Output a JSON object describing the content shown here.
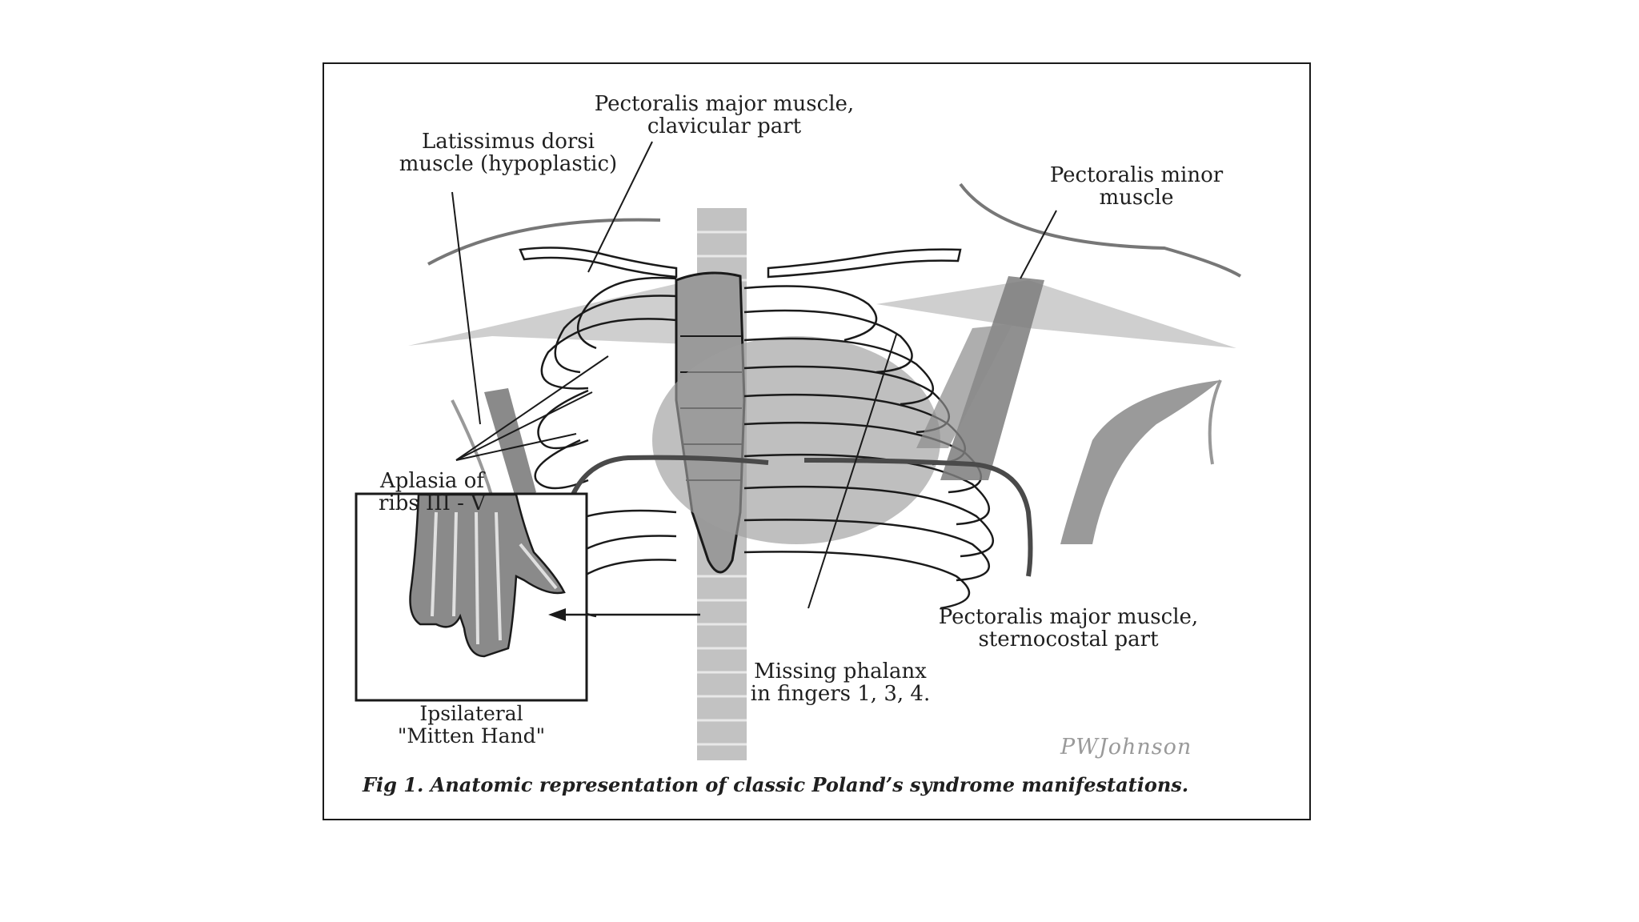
{
  "labels": {
    "pec_major_clavicular": [
      "Pectoralis major muscle,",
      "clavicular part"
    ],
    "latissimus": [
      "Latissimus dorsi",
      "muscle (hypoplastic)"
    ],
    "pec_minor": [
      "Pectoralis minor",
      "muscle"
    ],
    "aplasia": [
      "Aplasia of",
      "ribs III - V"
    ],
    "pec_major_sternocostal": [
      "Pectoralis major muscle,",
      "sternocostal part"
    ],
    "missing_phalanx": [
      "Missing phalanx",
      "in fingers 1, 3, 4."
    ],
    "mitten_hand": [
      "Ipsilateral",
      "\"Mitten Hand\""
    ]
  },
  "signature": "PWJohnson",
  "caption": "Fig 1.  Anatomic representation of classic Poland’s syndrome manifestations.",
  "colors": {
    "background": "#ffffff",
    "line": "#1a1a1a",
    "muscle_light": "#c4c4c4",
    "muscle_dark": "#8a8a8a",
    "spine": "#b8b8b8"
  }
}
